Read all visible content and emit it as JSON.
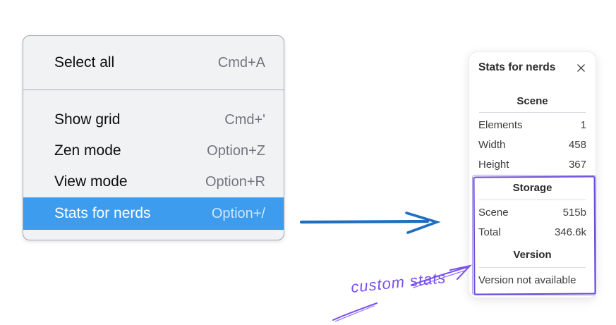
{
  "context_menu": {
    "items": [
      {
        "label": "Select all",
        "shortcut": "Cmd+A"
      },
      {
        "label": "Show grid",
        "shortcut": "Cmd+'"
      },
      {
        "label": "Zen mode",
        "shortcut": "Option+Z"
      },
      {
        "label": "View mode",
        "shortcut": "Option+R"
      },
      {
        "label": "Stats for nerds",
        "shortcut": "Option+/"
      }
    ],
    "highlighted_item": "Stats for nerds",
    "highlight_color": "#3d9cee"
  },
  "stats_panel": {
    "title": "Stats for nerds",
    "close_icon": "x-icon",
    "sections": {
      "scene": {
        "heading": "Scene",
        "rows": [
          {
            "label": "Elements",
            "value": "1"
          },
          {
            "label": "Width",
            "value": "458"
          },
          {
            "label": "Height",
            "value": "367"
          }
        ]
      },
      "storage": {
        "heading": "Storage",
        "rows": [
          {
            "label": "Scene",
            "value": "515b"
          },
          {
            "label": "Total",
            "value": "346.6k"
          }
        ]
      },
      "version": {
        "heading": "Version",
        "note": "Version not available"
      }
    }
  },
  "annotation": {
    "label": "custom stats",
    "blue_arrow_color": "#1e6fbf",
    "purple_box_color": "#6c4cd9",
    "purple_text_color": "#7a50f0"
  }
}
